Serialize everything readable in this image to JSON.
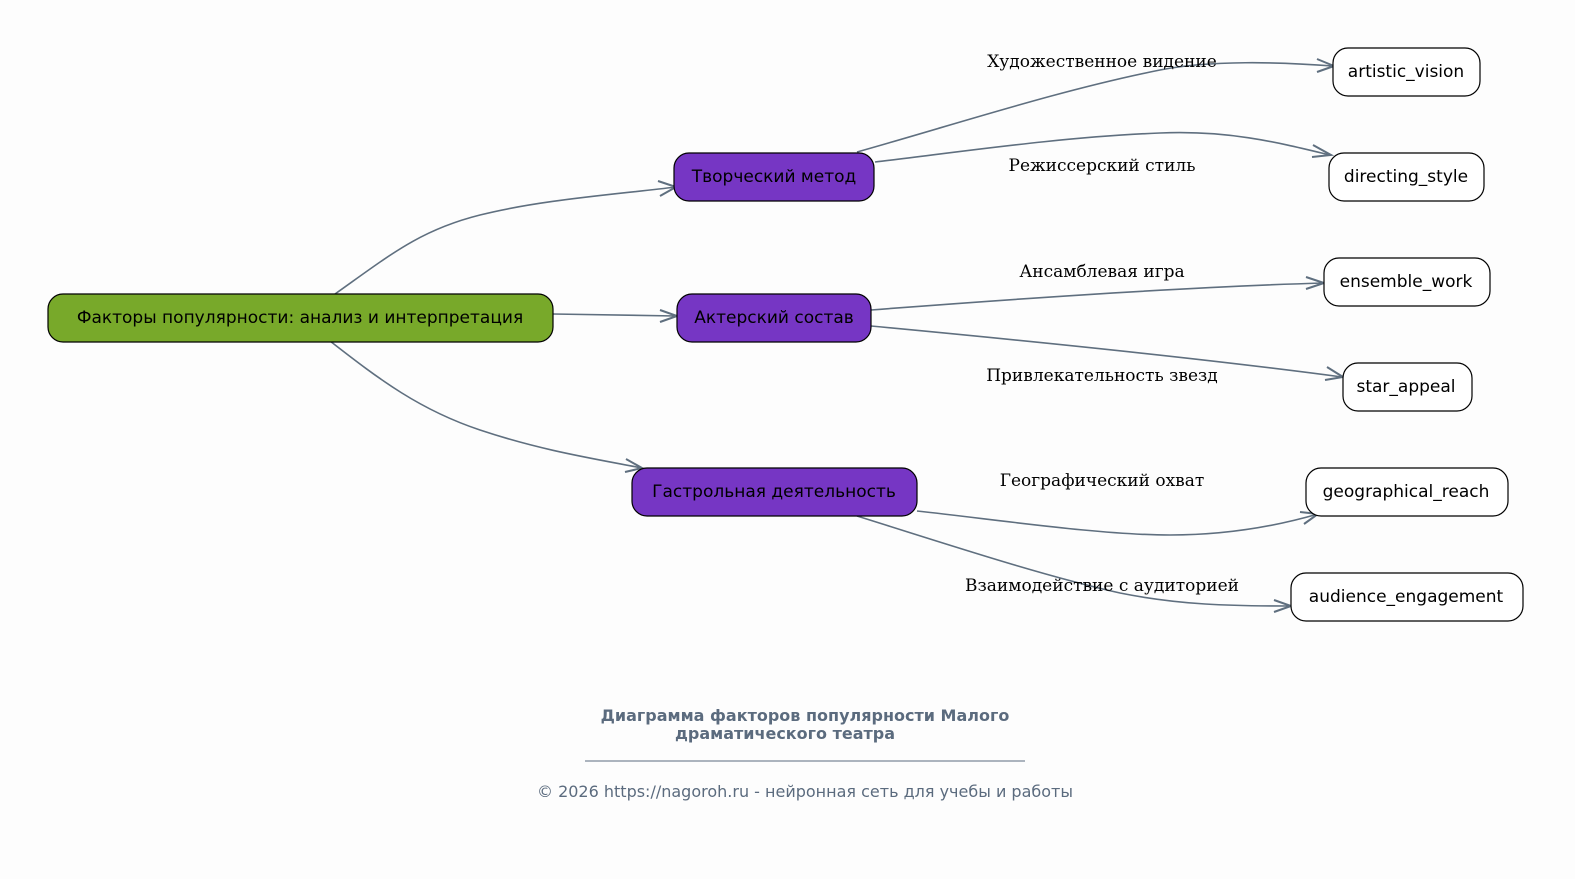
{
  "diagram": {
    "root": {
      "id": "root",
      "label": "Факторы популярности: анализ и интерпретация",
      "fill": "#78a92a"
    },
    "categories": [
      {
        "id": "method",
        "label": "Творческий метод",
        "fill": "#7636c4"
      },
      {
        "id": "cast",
        "label": "Актерский состав",
        "fill": "#7636c4"
      },
      {
        "id": "touring",
        "label": "Гастрольная деятельность",
        "fill": "#7636c4"
      }
    ],
    "leaves": [
      {
        "id": "artistic_vision",
        "label": "artistic_vision",
        "parent": "method",
        "edge_label": "Художественное видение"
      },
      {
        "id": "directing_style",
        "label": "directing_style",
        "parent": "method",
        "edge_label": "Режиссерский стиль"
      },
      {
        "id": "ensemble_work",
        "label": "ensemble_work",
        "parent": "cast",
        "edge_label": "Ансамблевая игра"
      },
      {
        "id": "star_appeal",
        "label": "star_appeal",
        "parent": "cast",
        "edge_label": "Привлекательность звезд"
      },
      {
        "id": "geographical_reach",
        "label": "geographical_reach",
        "parent": "touring",
        "edge_label": "Географический охват"
      },
      {
        "id": "audience_engagement",
        "label": "audience_engagement",
        "parent": "touring",
        "edge_label": "Взаимодействие с аудиторией"
      }
    ],
    "leaf_fill": "#ffffff",
    "edge_color": "#5f6f7f"
  },
  "caption": {
    "title_line1": "Диаграмма факторов популярности Малого",
    "title_line2": "драматического театра",
    "copyright": "© 2026 https://nagoroh.ru - нейронная сеть для учебы и работы"
  }
}
